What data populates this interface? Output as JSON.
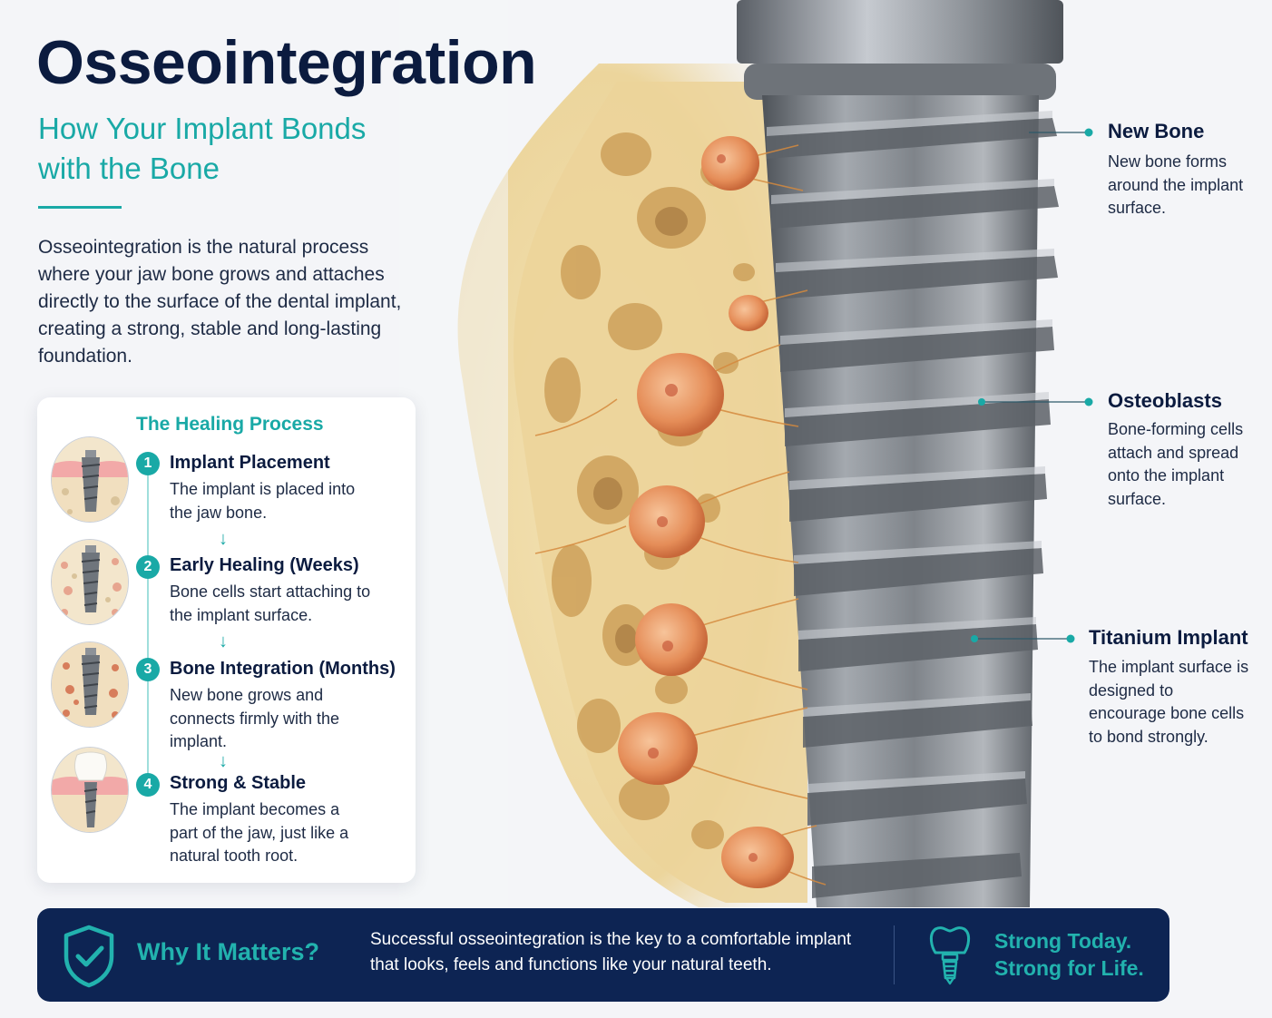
{
  "header": {
    "title": "Osseointegration",
    "subtitle": "How Your Implant Bonds with the Bone",
    "intro": "Osseointegration is the natural process where your jaw bone grows and attaches directly to the surface of the dental implant, creating a strong, stable and long-lasting foundation."
  },
  "process": {
    "title": "The Healing Process",
    "steps": [
      {
        "num": "1",
        "title": "Implant Placement",
        "desc": "The implant is placed into the jaw bone."
      },
      {
        "num": "2",
        "title": "Early Healing (Weeks)",
        "desc": "Bone cells start attaching to the implant surface."
      },
      {
        "num": "3",
        "title": "Bone Integration (Months)",
        "desc": "New bone grows and connects firmly with the implant."
      },
      {
        "num": "4",
        "title": "Strong & Stable",
        "desc": "The implant becomes a part of the jaw, just like a natural tooth root."
      }
    ]
  },
  "labels": [
    {
      "title": "New Bone",
      "desc": "New bone forms around the implant surface."
    },
    {
      "title": "Osteoblasts",
      "desc": "Bone-forming cells attach and spread onto the implant surface."
    },
    {
      "title": "Titanium Implant",
      "desc": "The implant surface is designed to encourage bone cells to bond strongly."
    }
  ],
  "banner": {
    "heading": "Why It Matters?",
    "text": "Successful osseointegration is the key to a comfortable implant that looks, feels and functions like your natural teeth.",
    "tagline_1": "Strong Today.",
    "tagline_2": "Strong for Life."
  },
  "colors": {
    "navy": "#0b1b3f",
    "teal": "#19a9a6",
    "banner": "#0d2453",
    "bone": "#efd9a6",
    "cell": "#e89a5e",
    "titanium": "#8d9298"
  },
  "icons": [
    "shield-check-icon",
    "implant-tooth-icon",
    "arrow-down-icon"
  ]
}
